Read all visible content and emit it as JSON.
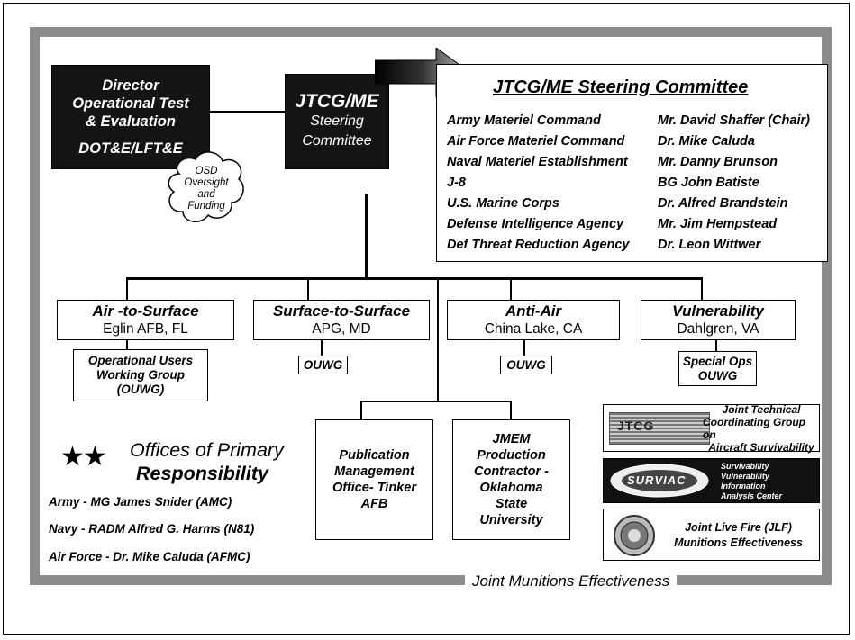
{
  "director": {
    "line1": "Director",
    "line2": "Operational Test",
    "line3": "& Evaluation",
    "line4": "DOT&E/LFT&E"
  },
  "osd_cloud": {
    "line1": "OSD",
    "line2": "Oversight",
    "line3": "and",
    "line4": "Funding"
  },
  "jtcg_box": {
    "title": "JTCG/ME",
    "line2": "Steering",
    "line3": "Committee"
  },
  "steering_committee": {
    "title": "JTCG/ME Steering Committee",
    "members": [
      {
        "org": "Army Materiel Command",
        "person": "Mr. David Shaffer (Chair)"
      },
      {
        "org": "Air Force Materiel Command",
        "person": "Dr. Mike Caluda"
      },
      {
        "org": "Naval Materiel Establishment",
        "person": "Mr. Danny Brunson"
      },
      {
        "org": "J-8",
        "person": "BG John Batiste"
      },
      {
        "org": "U.S. Marine Corps",
        "person": "Dr. Alfred Brandstein"
      },
      {
        "org": "Defense Intelligence Agency",
        "person": "Mr. Jim Hempstead"
      },
      {
        "org": "Def Threat Reduction Agency",
        "person": "Dr. Leon Wittwer"
      }
    ]
  },
  "groups": [
    {
      "name": "Air -to-Surface",
      "location": "Eglin AFB, FL"
    },
    {
      "name": "Surface-to-Surface",
      "location": "APG, MD"
    },
    {
      "name": "Anti-Air",
      "location": "China Lake, CA"
    },
    {
      "name": "Vulnerability",
      "location": "Dahlgren, VA"
    }
  ],
  "subgroups": {
    "air_to_surface": {
      "line1": "Operational Users",
      "line2": "Working Group",
      "line3": "(OUWG)"
    },
    "surface_to_surface": "OUWG",
    "anti_air": "OUWG",
    "vulnerability": {
      "line1": "Special Ops",
      "line2": "OUWG"
    }
  },
  "publication": {
    "line1": "Publication",
    "line2": "Management",
    "line3": "Office- Tinker",
    "line4": "AFB"
  },
  "jmem": {
    "line1": "JMEM",
    "line2": "Production",
    "line3": "Contractor -",
    "line4": "Oklahoma",
    "line5": "State",
    "line6": "University"
  },
  "opr": {
    "stars": "★★",
    "title1": "Offices of Primary",
    "title2": "Responsibility",
    "army": "Army - MG James Snider (AMC)",
    "navy": "Navy - RADM Alfred G. Harms (N81)",
    "airforce": "Air Force - Dr. Mike Caluda (AFMC)"
  },
  "logos": {
    "jtcg_as": {
      "badge": "JTCG",
      "line1": "Joint Technical",
      "line2": "Coordinating Group on",
      "line3": "Aircraft Survivability"
    },
    "surviac": {
      "badge": "SURVIAC",
      "line1": "Survivability",
      "line2": "Vulnerability",
      "line3": "Information",
      "line4": "Analysis Center"
    },
    "jlf": {
      "line1": "Joint Live Fire (JLF)",
      "line2": "Munitions Effectiveness"
    }
  },
  "footer": {
    "text": "Joint Munitions Effectiveness"
  },
  "colors": {
    "frame": "#8c8c8c",
    "dark_box": "#141414",
    "logo_dark": "#111111"
  }
}
